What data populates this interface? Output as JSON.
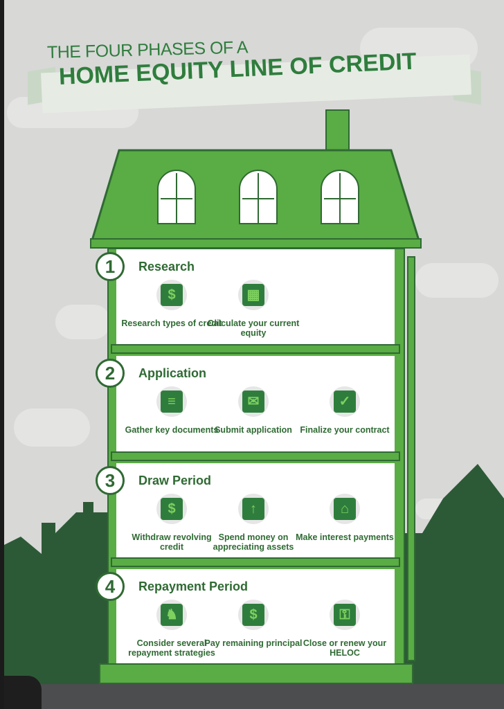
{
  "header": {
    "subtitle": "THE FOUR PHASES OF A",
    "title": "HOME EQUITY LINE OF CREDIT"
  },
  "colors": {
    "house_green": "#5aac44",
    "dark_green": "#2f6a33",
    "silhouette": "#2d5a36",
    "background": "#d8d8d7"
  },
  "phases": [
    {
      "number": "1",
      "title": "Research",
      "items": [
        {
          "label": "Research types of credit",
          "icon": "dollar-arrow-icon",
          "glyph": "$"
        },
        {
          "label": "Calculate your current equity",
          "icon": "calculator-icon",
          "glyph": "▦"
        }
      ]
    },
    {
      "number": "2",
      "title": "Application",
      "items": [
        {
          "label": "Gather key documents",
          "icon": "document-icon",
          "glyph": "≡"
        },
        {
          "label": "Submit application",
          "icon": "envelope-icon",
          "glyph": "✉"
        },
        {
          "label": "Finalize your contract",
          "icon": "award-badge-icon",
          "glyph": "✓"
        }
      ]
    },
    {
      "number": "3",
      "title": "Draw Period",
      "items": [
        {
          "label": "Withdraw revolving credit",
          "icon": "cash-icon",
          "glyph": "$"
        },
        {
          "label": "Spend money on appreciating assets",
          "icon": "coin-stacks-icon",
          "glyph": "↑"
        },
        {
          "label": "Make interest payments",
          "icon": "house-money-icon",
          "glyph": "⌂"
        }
      ]
    },
    {
      "number": "4",
      "title": "Repayment Period",
      "items": [
        {
          "label": "Consider several repayment strategies",
          "icon": "chess-knight-icon",
          "glyph": "♞"
        },
        {
          "label": "Pay remaining principal",
          "icon": "money-stack-icon",
          "glyph": "$"
        },
        {
          "label": "Close or renew your HELOC",
          "icon": "key-icon",
          "glyph": "⚿"
        }
      ]
    }
  ]
}
